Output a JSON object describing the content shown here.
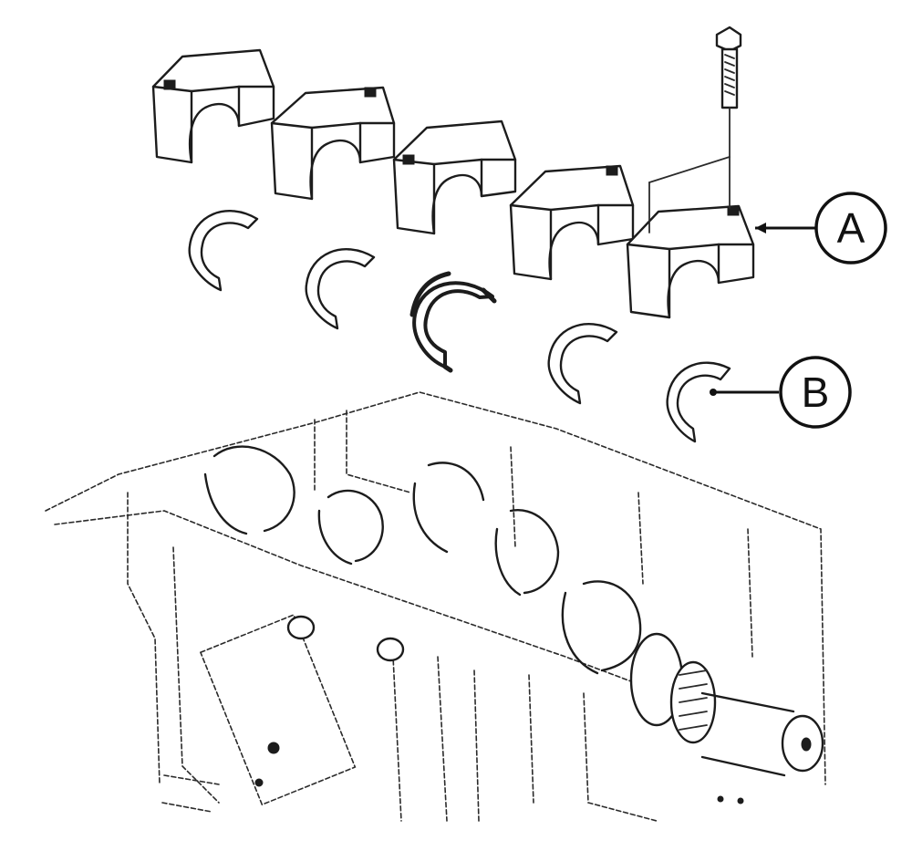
{
  "callouts": [
    {
      "id": "A",
      "label": "A"
    },
    {
      "id": "B",
      "label": "B"
    }
  ],
  "colors": {
    "ink": "#1c1c1c",
    "background": "#ffffff"
  }
}
